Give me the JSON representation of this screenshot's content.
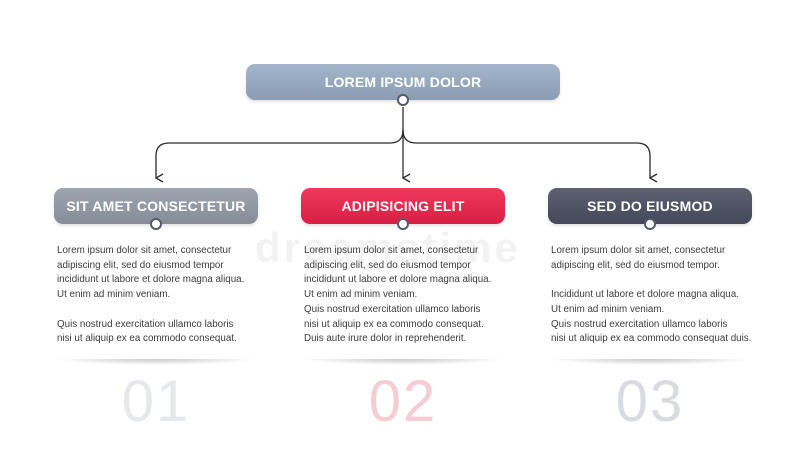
{
  "title_box": {
    "label": "LOREM IPSUM DOLOR"
  },
  "steps": [
    {
      "label": "SIT AMET CONSECTETUR",
      "text": "Lorem ipsum dolor sit amet, consectetur\nadipiscing elit, sed do eiusmod tempor\nincididunt ut labore et dolore magna aliqua.\nUt enim ad minim veniam.\n\nQuis nostrud exercitation ullamco laboris\nnisi ut aliquip ex ea commodo consequat.",
      "number": "01",
      "color": "#8f96a2"
    },
    {
      "label": "ADIPISICING ELIT",
      "text": "Lorem ipsum dolor sit amet, consectetur\nadipiscing elit, sed do eiusmod tempor\nincididunt ut labore et dolore magna aliqua.\nUt enim ad minim veniam.\nQuis nostrud exercitation ullamco laboris\nnisi ut aliquip ex ea commodo consequat.\nDuis aute irure dolor in reprehenderit.",
      "number": "02",
      "color": "#e02a4c"
    },
    {
      "label": "SED DO EIUSMOD",
      "text": "Lorem ipsum dolor sit amet, consectetur\nadipiscing elit, sed do eiusmod tempor.\n\nIncididunt ut labore et dolore magna aliqua.\nUt enim ad minim veniam.\nQuis nostrud exercitation ullamco laboris\nnisi ut aliquip ex ea commodo consequat duis.",
      "number": "03",
      "color": "#4f5364"
    }
  ],
  "watermark": "dreamstime"
}
